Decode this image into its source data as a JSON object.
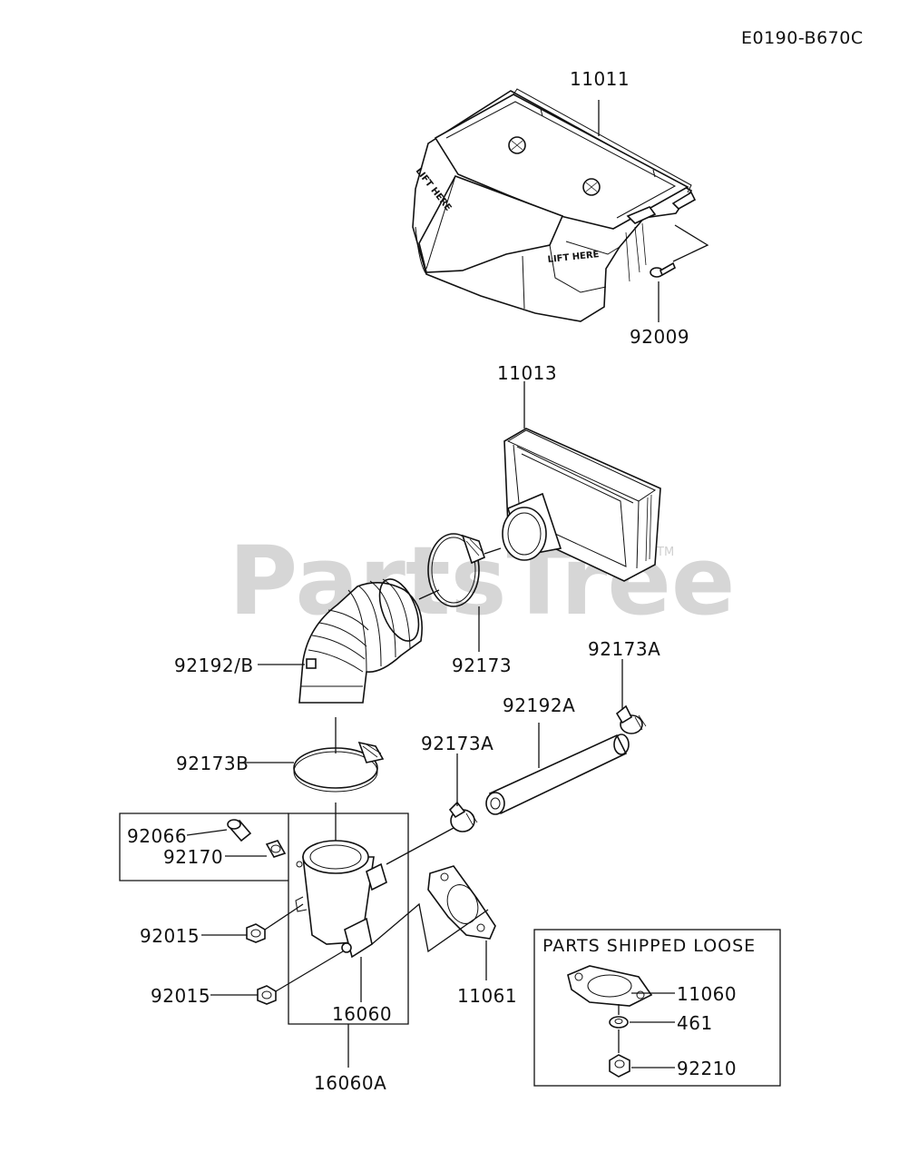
{
  "diagram": {
    "ref_code": "E0190-B670C",
    "watermark": "PartsTree",
    "watermark_tm": "TM",
    "labels": {
      "p11011": "11011",
      "p92009": "92009",
      "p11013": "11013",
      "p92173": "92173",
      "p92192b": "92192/B",
      "p92173a_top": "92173A",
      "p92192a": "92192A",
      "p92173a_mid": "92173A",
      "p92173b": "92173B",
      "p92066": "92066",
      "p92170": "92170",
      "p92015_a": "92015",
      "p92015_b": "92015",
      "p16060": "16060",
      "p16060a": "16060A",
      "p11061": "11061"
    },
    "cover_stamps": {
      "left": "LIFT HERE",
      "right": "LIFT HERE"
    },
    "loose_box": {
      "title": "PARTS SHIPPED LOOSE",
      "items": {
        "gasket": "11060",
        "washer": "461",
        "nut": "92210"
      }
    }
  }
}
